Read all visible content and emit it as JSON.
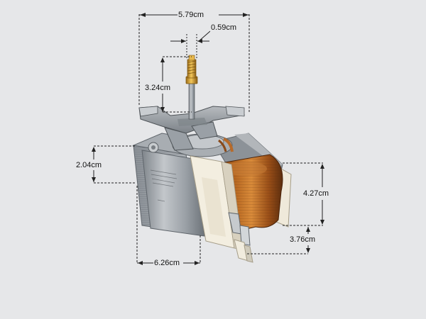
{
  "photo": {
    "subject_icon": "motor-photo-icon",
    "colors": {
      "background": "#e6e7e9",
      "copper": "#a65a1c",
      "brass": "#d9a63a",
      "steel": "#9ea3a8",
      "bobbin": "#f2ede0"
    }
  },
  "dimensions": {
    "overall_width": "5.79cm",
    "shaft_diameter": "0.59cm",
    "shaft_length": "3.24cm",
    "mount_height": "2.04cm",
    "coil_height": "4.27cm",
    "terminal_height": "3.76cm",
    "base_length": "6.26cm"
  }
}
